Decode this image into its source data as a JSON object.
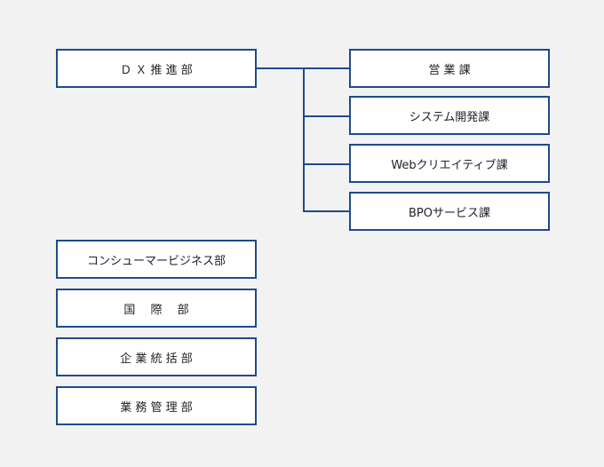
{
  "org_chart": {
    "parent": {
      "label": "Ｄ Ｘ 推 進 部"
    },
    "children": [
      {
        "label": "営 業 課"
      },
      {
        "label": "システム開発課"
      },
      {
        "label": "Webクリエイティブ課"
      },
      {
        "label": "BPOサービス課"
      }
    ],
    "other_departments": [
      {
        "label": "コンシューマービジネス部"
      },
      {
        "label": "国　 際 　部"
      },
      {
        "label": "企 業 統 括 部"
      },
      {
        "label": "業 務 管 理 部"
      }
    ]
  },
  "colors": {
    "background": "#f2f2f2",
    "box_border": "#1f4a8c",
    "box_fill": "#ffffff",
    "connector": "#1f4a8c",
    "text": "#222222"
  }
}
